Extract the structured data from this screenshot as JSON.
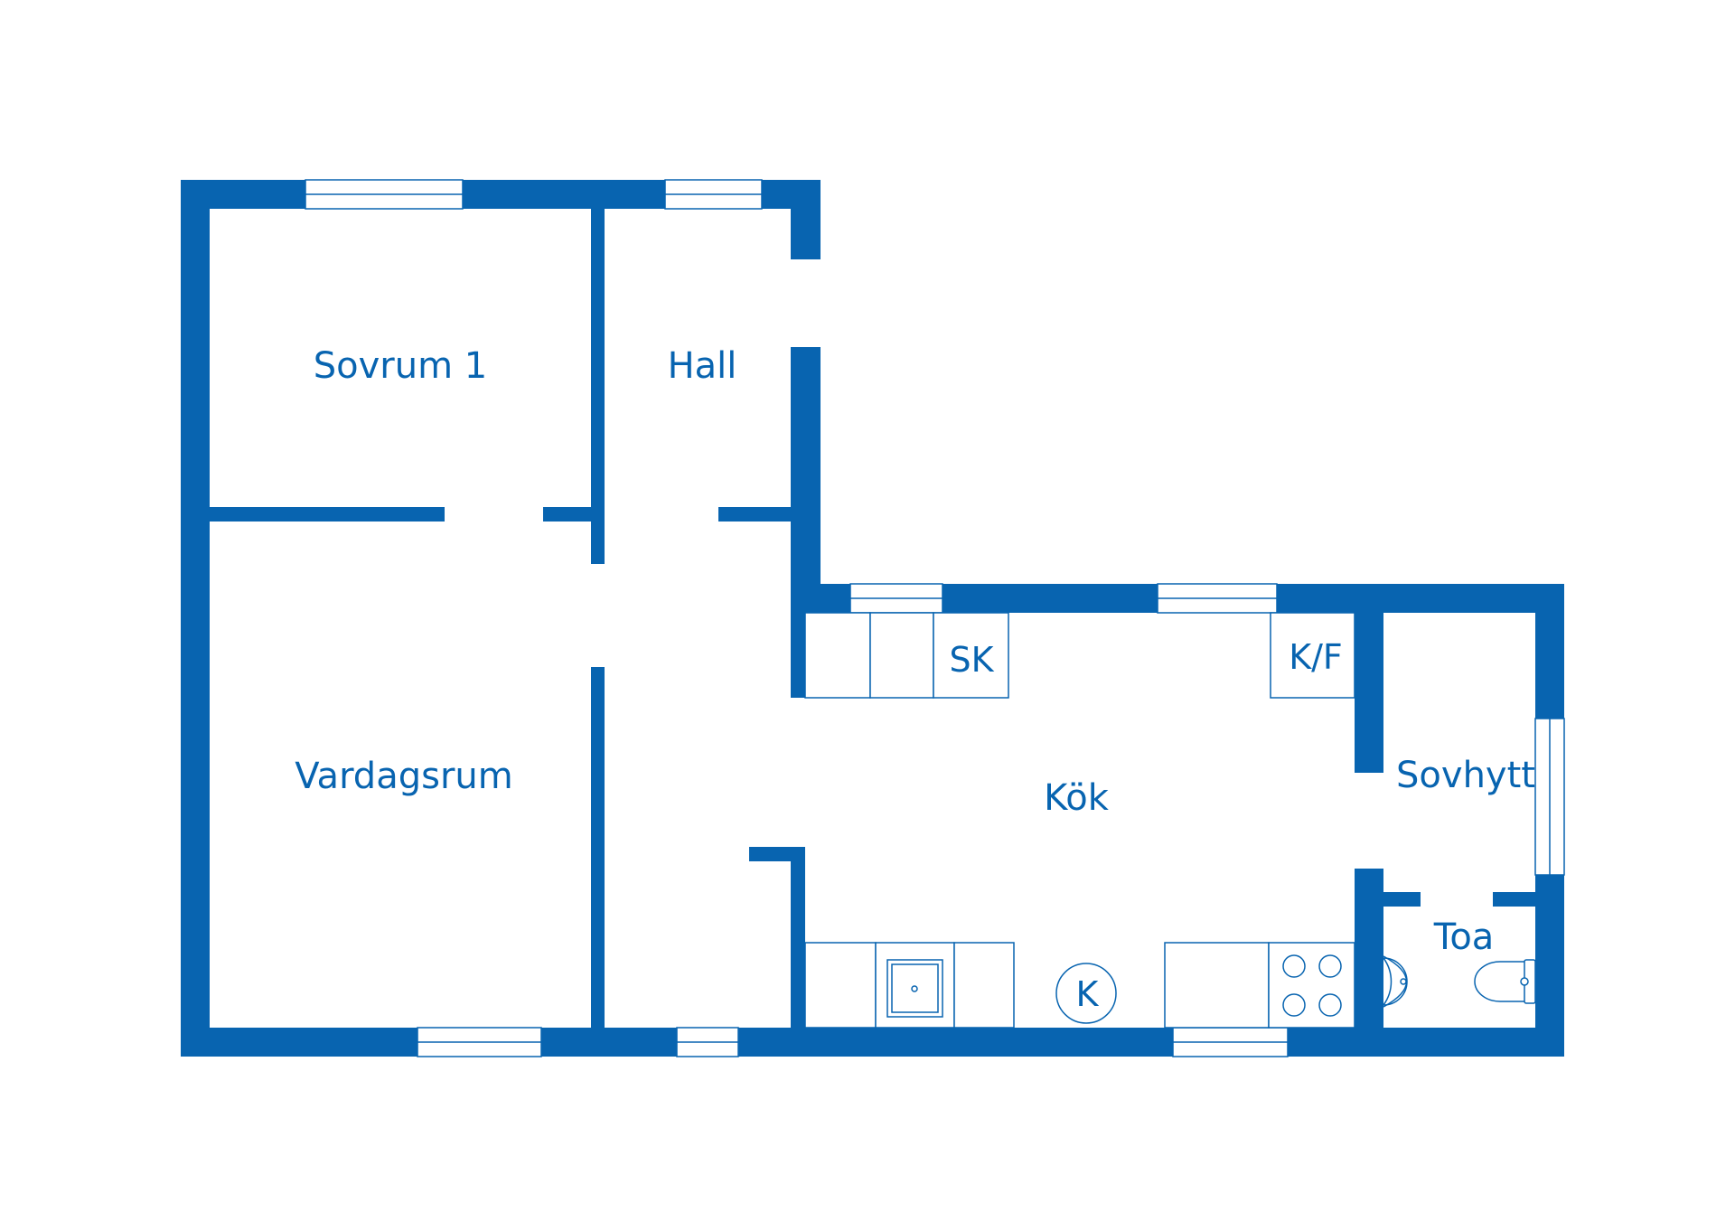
{
  "plan": {
    "wall_color": "#0864b0",
    "background_color": "#ffffff",
    "rooms": {
      "sovrum1": "Sovrum 1",
      "hall": "Hall",
      "vardagsrum": "Vardagsrum",
      "kok": "Kök",
      "sovhytt": "Sovhytt",
      "toa": "Toa"
    },
    "fixtures": {
      "sk": "SK",
      "kf": "K/F",
      "k": "K"
    }
  }
}
